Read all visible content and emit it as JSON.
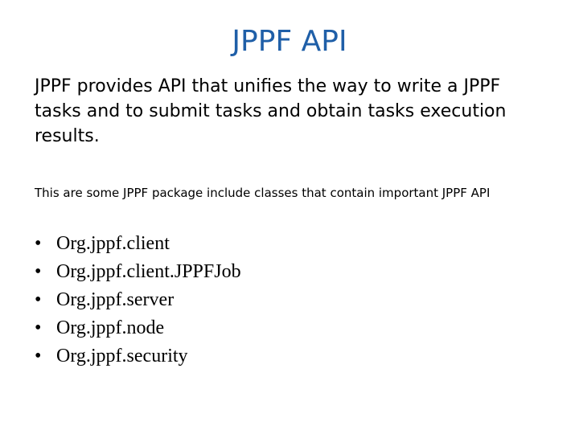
{
  "slide": {
    "title": "JPPF API",
    "intro": "JPPF provides API  that unifies the way to write a JPPF tasks and to submit tasks and obtain tasks execution results.",
    "note": "This are some JPPF package include classes that contain important JPPF API",
    "bullet_glyph": "•",
    "bullets": [
      "Org.jppf.client",
      "Org.jppf.client.JPPFJob",
      "Org.jppf.server",
      "Org.jppf.node",
      "Org.jppf.security"
    ]
  }
}
